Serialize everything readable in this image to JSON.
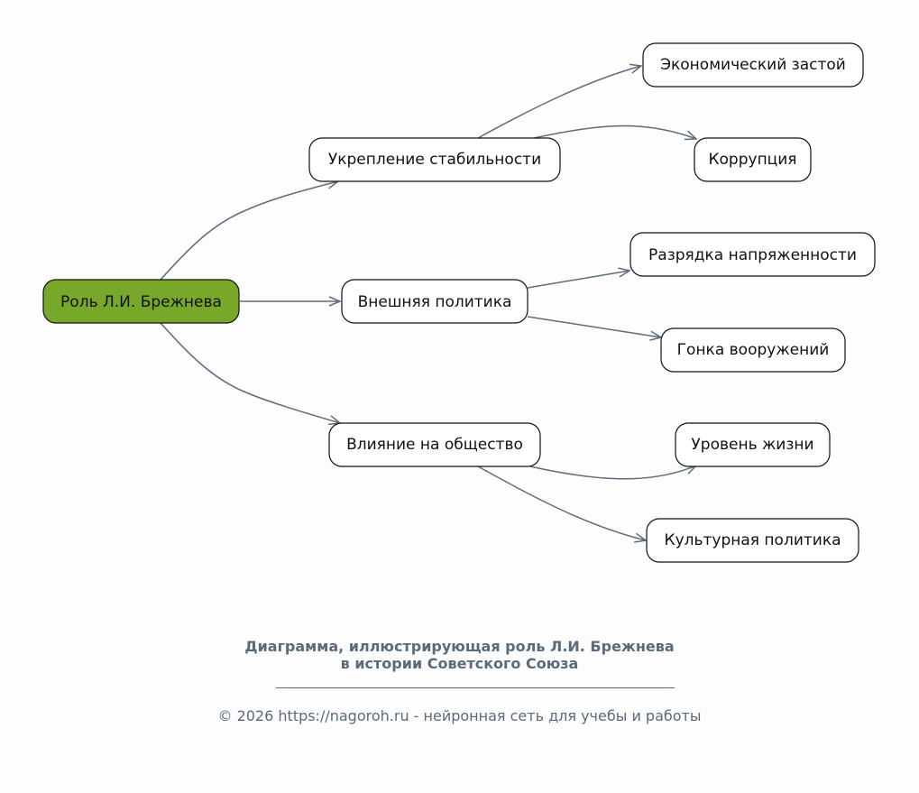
{
  "diagram": {
    "root": {
      "label": "Роль Л.И. Брежнева",
      "fill": "#78a829"
    },
    "branches": [
      {
        "label": "Укрепление стабильности",
        "children": [
          "Экономический застой",
          "Коррупция"
        ]
      },
      {
        "label": "Внешняя политика",
        "children": [
          "Разрядка напряженности",
          "Гонка вооружений"
        ]
      },
      {
        "label": "Влияние на общество",
        "children": [
          "Уровень жизни",
          "Культурная политика"
        ]
      }
    ],
    "edge_color": "#5d6b7b",
    "node_fill": "#ffffff",
    "node_stroke": "#111111"
  },
  "caption": {
    "title_line1": "Диаграмма, иллюстрирующая роль Л.И. Брежнева",
    "title_line2": "в истории Советского Союза",
    "footer": "© 2026 https://nagoroh.ru - нейронная сеть для учебы и работы"
  }
}
